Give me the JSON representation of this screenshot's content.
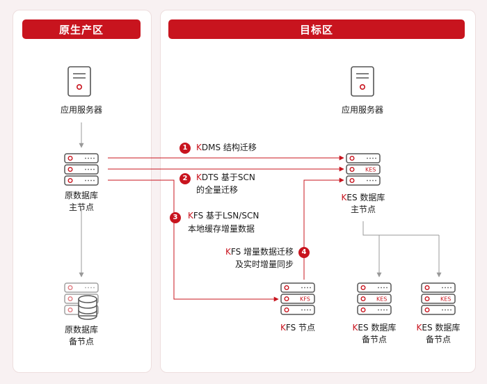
{
  "source_zone": {
    "title": "原生产区",
    "app_server": "应用服务器",
    "primary_db": [
      "原数据库",
      "主节点"
    ],
    "standby_db": [
      "原数据库",
      "备节点"
    ]
  },
  "target_zone": {
    "title": "目标区",
    "app_server": "应用服务器",
    "kes_primary": {
      "tag": "KES",
      "lines": [
        "KES 数据库",
        "主节点"
      ]
    },
    "kfs_node": {
      "tag": "KFS",
      "label": "KFS 节点"
    },
    "kes_standby_1": {
      "tag": "KES",
      "lines": [
        "KES 数据库",
        "备节点"
      ]
    },
    "kes_standby_2": {
      "tag": "KES",
      "lines": [
        "KES 数据库",
        "备节点"
      ]
    }
  },
  "steps": [
    {
      "num": "1",
      "lines": [
        "KDMS 结构迁移"
      ]
    },
    {
      "num": "2",
      "lines": [
        "KDTS 基于SCN",
        "的全量迁移"
      ]
    },
    {
      "num": "3",
      "lines": [
        "KFS 基于LSN/SCN",
        "本地缓存增量数据"
      ]
    },
    {
      "num": "4",
      "lines": [
        "KFS 增量数据迁移",
        "及实时增量同步"
      ]
    }
  ],
  "colors": {
    "accent": "#c8141e",
    "line": "#888888",
    "icon": "#555555"
  }
}
